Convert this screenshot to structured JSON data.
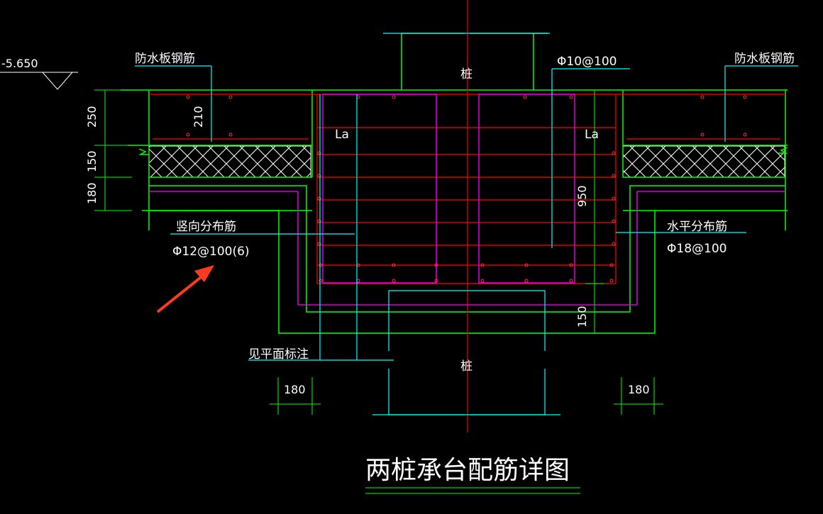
{
  "title": "两桩承台配筋详图",
  "elevation": "-5.650",
  "labels": {
    "waterproof_left": "防水板钢筋",
    "waterproof_right": "防水板钢筋",
    "top_rebar": "Φ10@100",
    "pile_top": "桩",
    "pile_bottom": "桩",
    "la_left": "La",
    "la_right": "La",
    "vertical_dist": "竖向分布筋",
    "vertical_spec": "Φ12@100(6)",
    "horizontal_dist": "水平分布筋",
    "horizontal_spec": "Φ18@100",
    "see_plan": "见平面标注"
  },
  "dimensions": {
    "d250": "250",
    "d150_left": "150",
    "d180_left": "180",
    "d210": "210",
    "d950": "950",
    "d150_right": "150",
    "d180_bottom_left": "180",
    "d180_bottom_right": "180"
  },
  "colors": {
    "background": "#000000",
    "concrete": "#00FF00",
    "rebar": "#FF0000",
    "stirrup": "#FF00FF",
    "pile": "#00FFFF",
    "leader": "#00FFFF",
    "text": "#FFFFFF",
    "annotation_arrow": "#FF3B1F"
  }
}
